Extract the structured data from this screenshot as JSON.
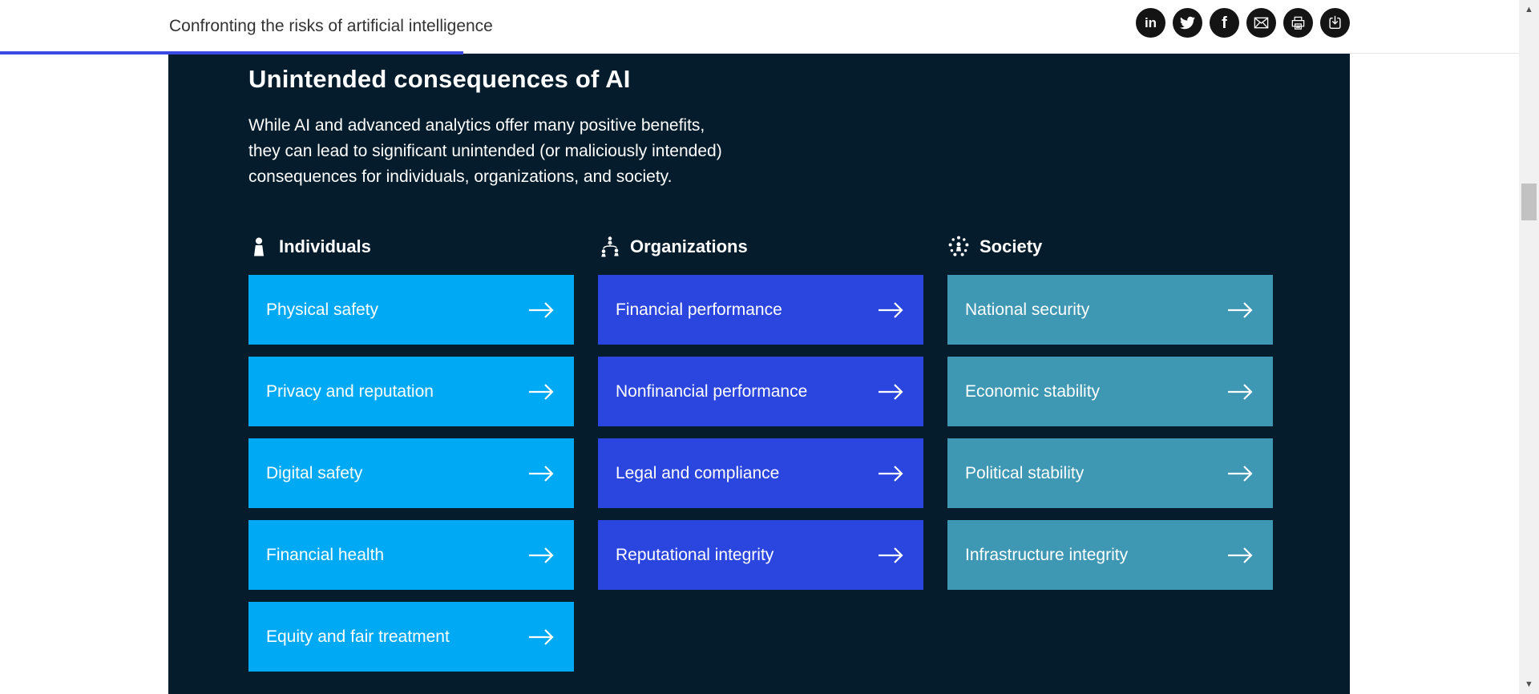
{
  "header": {
    "title": "Confronting the risks of artificial intelligence",
    "progress_color": "#3a49e3",
    "social_buttons": [
      {
        "name": "LinkedIn"
      },
      {
        "name": "Twitter"
      },
      {
        "name": "Facebook"
      },
      {
        "name": "Email"
      },
      {
        "name": "Print"
      },
      {
        "name": "Download"
      }
    ]
  },
  "section": {
    "background": "#051c2c",
    "heading": "Unintended consequences of AI",
    "description_lines": [
      "While AI and advanced analytics offer many positive benefits,",
      "they can lead to significant unintended (or maliciously intended)",
      "consequences for individuals, organizations, and society."
    ],
    "columns": [
      {
        "label": "Individuals",
        "icon": "person-icon",
        "color": "#00a9f4",
        "items": [
          "Physical safety",
          "Privacy and reputation",
          "Digital safety",
          "Financial health",
          "Equity and fair treatment"
        ]
      },
      {
        "label": "Organizations",
        "icon": "org-chart-icon",
        "color": "#2b46df",
        "items": [
          "Financial performance",
          "Nonfinancial performance",
          "Legal and compliance",
          "Reputational integrity"
        ]
      },
      {
        "label": "Society",
        "icon": "society-icon",
        "color": "#3e97b3",
        "items": [
          "National security",
          "Economic stability",
          "Political stability",
          "Infrastructure integrity"
        ]
      }
    ]
  }
}
